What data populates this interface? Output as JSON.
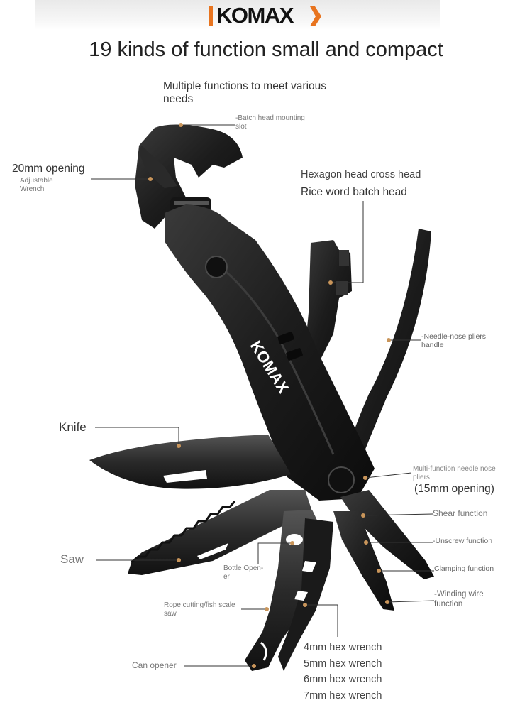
{
  "brand": {
    "logo_text": "KOMAX",
    "handle_logo_text": "KOMAX",
    "accent_color": "#e8741f"
  },
  "headline": "19 kinds of function small and compact",
  "subheading": {
    "line1": "Multiple functions to meet various",
    "line2": "needs"
  },
  "callouts": {
    "batch_head_slot": {
      "line1": "-Batch head mounting",
      "line2": "slot"
    },
    "opening_20mm": "20mm opening",
    "adjustable_wrench": {
      "line1": "Adjustable",
      "line2": "Wrench"
    },
    "hexagon_head": "Hexagon head cross head",
    "rice_word": "Rice word batch head",
    "needle_nose_handle": {
      "line1": "-Needle-nose pliers",
      "line2": "handle"
    },
    "knife": "Knife",
    "multi_function_pliers": {
      "line1": "Multi-function needle nose",
      "line2": "pliers"
    },
    "opening_15mm": "(15mm opening)",
    "shear": "Shear function",
    "unscrew": "-Unscrew function",
    "saw": "Saw",
    "bottle_opener": {
      "line1": "Bottle Open-",
      "line2": "er"
    },
    "clamping": "Clamping function",
    "winding_wire": {
      "line1": "-Winding wire",
      "line2": "function"
    },
    "rope_cutting": {
      "line1": "Rope cutting/fish scale",
      "line2": "saw"
    },
    "hex_wrenches": [
      "4mm hex wrench",
      "5mm hex wrench",
      "6mm hex wrench",
      "7mm hex wrench"
    ],
    "can_opener": "Can opener"
  }
}
